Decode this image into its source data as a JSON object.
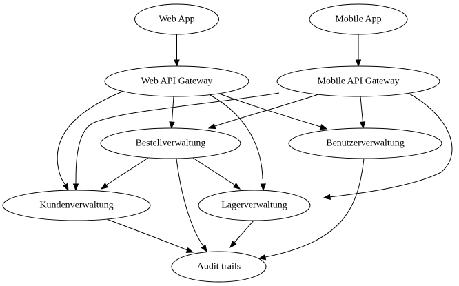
{
  "diagram": {
    "nodes": [
      {
        "id": "web-app",
        "label": "Web App"
      },
      {
        "id": "mobile-app",
        "label": "Mobile App"
      },
      {
        "id": "web-api-gateway",
        "label": "Web API Gateway"
      },
      {
        "id": "mobile-api-gateway",
        "label": "Mobile API Gateway"
      },
      {
        "id": "bestellverwaltung",
        "label": "Bestellverwaltung"
      },
      {
        "id": "benutzerverwaltung",
        "label": "Benutzerverwaltung"
      },
      {
        "id": "kundenverwaltung",
        "label": "Kundenverwaltung"
      },
      {
        "id": "lagerverwaltung",
        "label": "Lagerverwaltung"
      },
      {
        "id": "audit-trails",
        "label": "Audit trails"
      }
    ],
    "edges": [
      {
        "from": "web-app",
        "to": "web-api-gateway"
      },
      {
        "from": "mobile-app",
        "to": "mobile-api-gateway"
      },
      {
        "from": "web-api-gateway",
        "to": "kundenverwaltung"
      },
      {
        "from": "web-api-gateway",
        "to": "bestellverwaltung"
      },
      {
        "from": "web-api-gateway",
        "to": "lagerverwaltung"
      },
      {
        "from": "web-api-gateway",
        "to": "benutzerverwaltung"
      },
      {
        "from": "mobile-api-gateway",
        "to": "kundenverwaltung"
      },
      {
        "from": "mobile-api-gateway",
        "to": "bestellverwaltung"
      },
      {
        "from": "mobile-api-gateway",
        "to": "benutzerverwaltung"
      },
      {
        "from": "mobile-api-gateway",
        "to": "lagerverwaltung"
      },
      {
        "from": "bestellverwaltung",
        "to": "kundenverwaltung"
      },
      {
        "from": "bestellverwaltung",
        "to": "lagerverwaltung"
      },
      {
        "from": "bestellverwaltung",
        "to": "audit-trails"
      },
      {
        "from": "benutzerverwaltung",
        "to": "audit-trails"
      },
      {
        "from": "kundenverwaltung",
        "to": "audit-trails"
      },
      {
        "from": "lagerverwaltung",
        "to": "audit-trails"
      }
    ]
  }
}
